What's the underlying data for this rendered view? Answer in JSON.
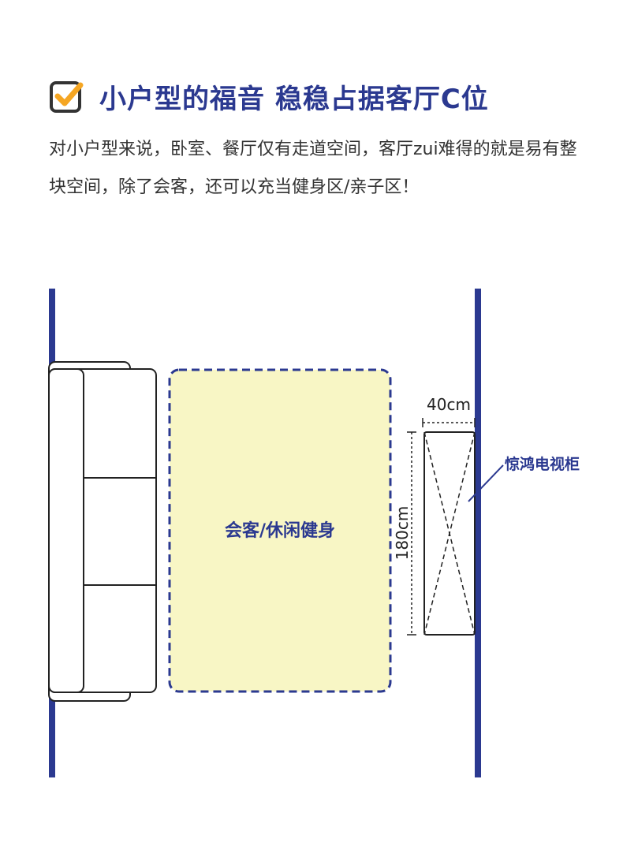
{
  "heading": {
    "icon": "checkbox-checked-icon",
    "title": "小户型的福音 稳稳占据客厅C位"
  },
  "intro": {
    "text": "对小户型来说，卧室、餐厅仅有走道空间，客厅zui难得的就是易有整块空间，除了会客，还可以充当健身区/亲子区！"
  },
  "plan": {
    "zone_label": "会客/休闲健身",
    "cabinet_width": "40cm",
    "cabinet_length": "180cm",
    "cabinet_callout": "惊鸿电视柜"
  },
  "colors": {
    "wall": "#2b3990",
    "zone_fill": "#f8f6c5",
    "check_accent": "#f5a623",
    "text_dark": "#333333"
  }
}
